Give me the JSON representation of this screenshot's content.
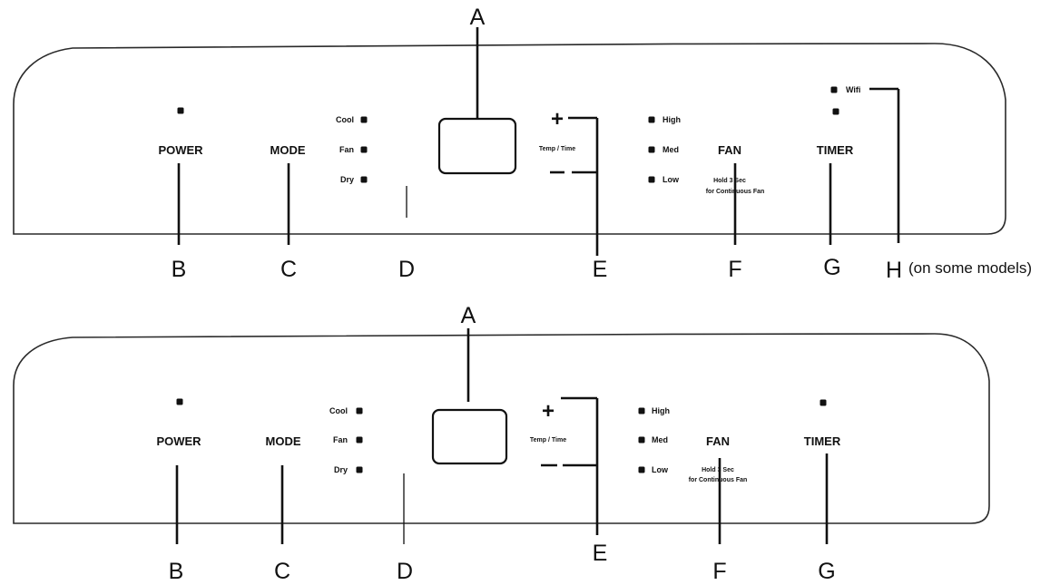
{
  "panels": [
    {
      "buttons": {
        "power": "POWER",
        "mode": "MODE",
        "fan": "FAN",
        "timer": "TIMER"
      },
      "mode_leds": [
        "Cool",
        "Fan",
        "Dry"
      ],
      "fan_leds": [
        "High",
        "Med",
        "Low"
      ],
      "temp_time": {
        "plus": "+",
        "label": "Temp / Time",
        "minus": "−"
      },
      "fan_note": [
        "Hold 3 Sec",
        "for Continuous Fan"
      ],
      "wifi_label": "Wifi",
      "callouts": {
        "A": "A",
        "B": "B",
        "C": "C",
        "D": "D",
        "E": "E",
        "F": "F",
        "G": "G",
        "H": "H"
      },
      "h_note": "(on some models)"
    },
    {
      "buttons": {
        "power": "POWER",
        "mode": "MODE",
        "fan": "FAN",
        "timer": "TIMER"
      },
      "mode_leds": [
        "Cool",
        "Fan",
        "Dry"
      ],
      "fan_leds": [
        "High",
        "Med",
        "Low"
      ],
      "temp_time": {
        "plus": "+",
        "label": "Temp / Time",
        "minus": "−"
      },
      "fan_note": [
        "Hold 3 Sec",
        "for Continuous Fan"
      ],
      "callouts": {
        "A": "A",
        "B": "B",
        "C": "C",
        "D": "D",
        "E": "E",
        "F": "F",
        "G": "G"
      }
    }
  ]
}
